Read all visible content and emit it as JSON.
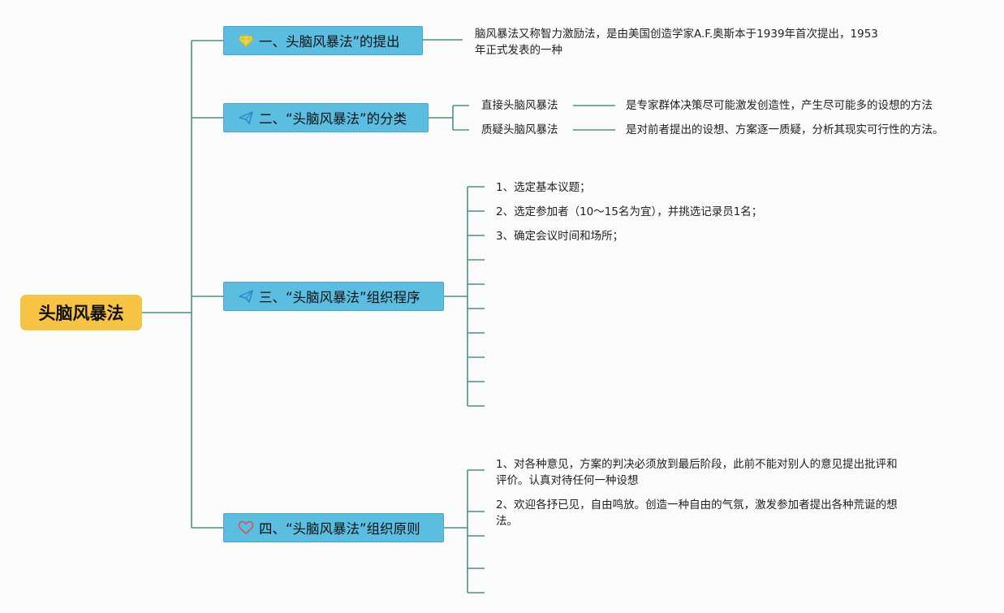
{
  "root": {
    "label": "头脑风暴法"
  },
  "branches": [
    {
      "label": "一、头脑风暴法”的提出",
      "icon": "diamond-icon",
      "note": "脑风暴法又称智力激励法，是由美国创造学家A.F.奥斯本于1939年首次提出，1953年正式发表的一种"
    },
    {
      "label": "二、“头脑风暴法”的分类",
      "icon": "paper-plane-icon",
      "children": [
        {
          "label": "直接头脑风暴法",
          "desc": "是专家群体决策尽可能激发创造性，产生尽可能多的设想的方法"
        },
        {
          "label": "质疑头脑风暴法",
          "desc": "是对前者提出的设想、方案逐一质疑，分析其现实可行性的方法。"
        }
      ]
    },
    {
      "label": "三、“头脑风暴法”组织程序",
      "icon": "paper-plane-icon",
      "steps": [
        "1、选定基本议题；",
        "2、选定参加者（10～15名为宜），并挑选记录员1名；",
        "3、确定会议时间和场所；"
      ]
    },
    {
      "label": "四、“头脑风暴法”组织原则",
      "icon": "heart-icon",
      "principles": [
        "1、对各种意见，方案的判决必须放到最后阶段，此前不能对别人的意见提出批评和评价。认真对待任何一种设想",
        "2、欢迎各抒已见，自由鸣放。创造一种自由的气氛，激发参加者提出各种荒诞的想法。"
      ]
    }
  ],
  "colors": {
    "root": "#f6c343",
    "branch": "#5bbde0",
    "line": "#4e8f86",
    "diamond": "#e9d84b",
    "plane": "#2f86c8",
    "heart": "#d9534f"
  }
}
